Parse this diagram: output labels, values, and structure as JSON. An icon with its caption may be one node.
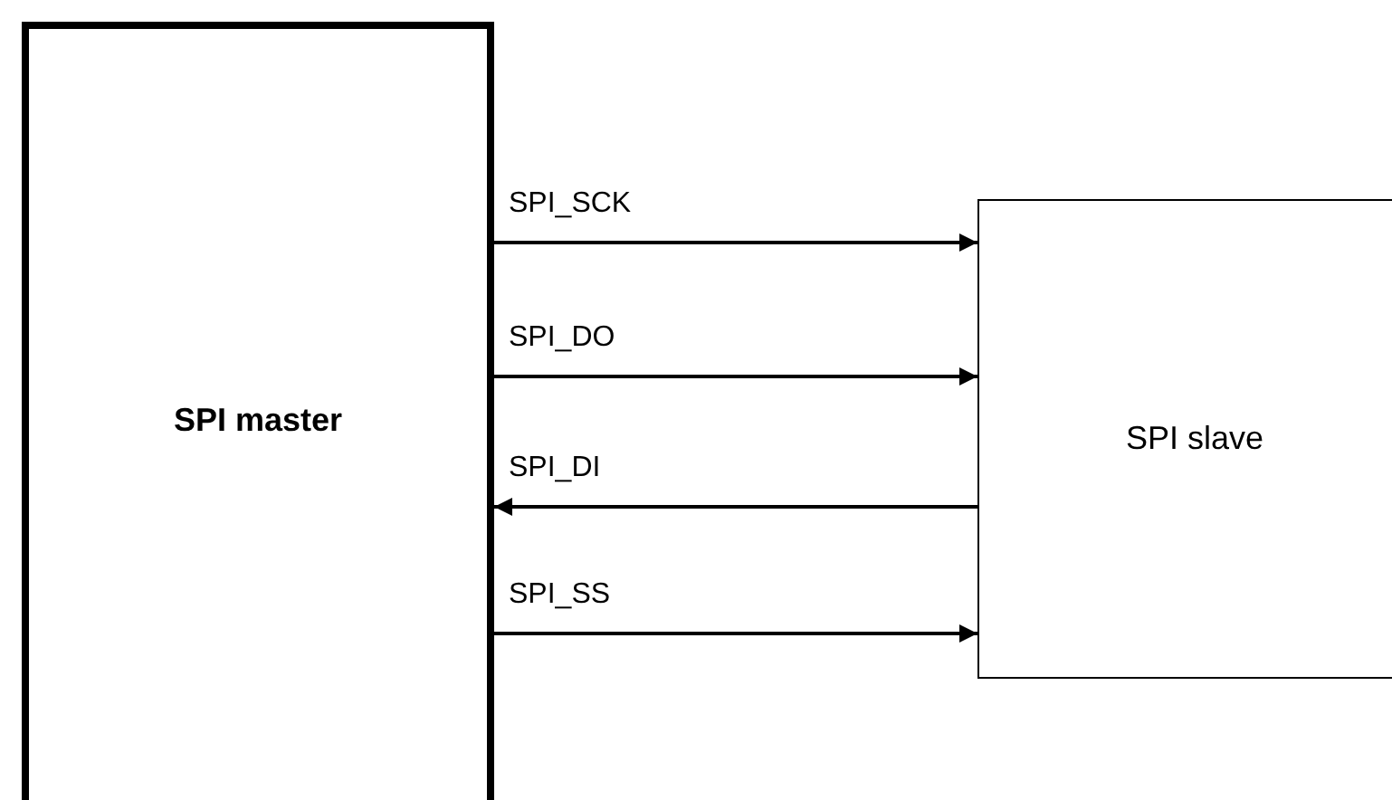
{
  "diagram": {
    "nodes": [
      {
        "text": [
          "SPI master"
        ]
      },
      {
        "text": [
          "SPI slave"
        ]
      }
    ],
    "edges": [
      {
        "from": 0,
        "to": 1,
        "arrow": "to",
        "label": "SPI_SCK"
      },
      {
        "from": 0,
        "to": 1,
        "arrow": "to",
        "label": "SPI_DO"
      },
      {
        "from": 1,
        "to": 0,
        "arrow": "to",
        "label": "SPI_DI"
      },
      {
        "from": 0,
        "to": 1,
        "arrow": "to",
        "label": "SPI_SS"
      }
    ]
  }
}
